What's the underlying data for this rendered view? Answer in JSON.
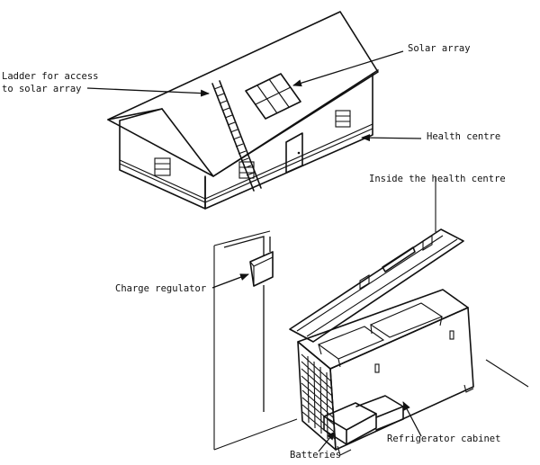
{
  "labels": {
    "ladder": "Ladder for access",
    "ladder_line2": "to solar array",
    "solar_array": "Solar array",
    "health_centre": "Health centre",
    "inside": "Inside the health centre",
    "charge_regulator": "Charge regulator",
    "refrigerator": "Refrigerator cabinet",
    "batteries": "Batteries"
  }
}
